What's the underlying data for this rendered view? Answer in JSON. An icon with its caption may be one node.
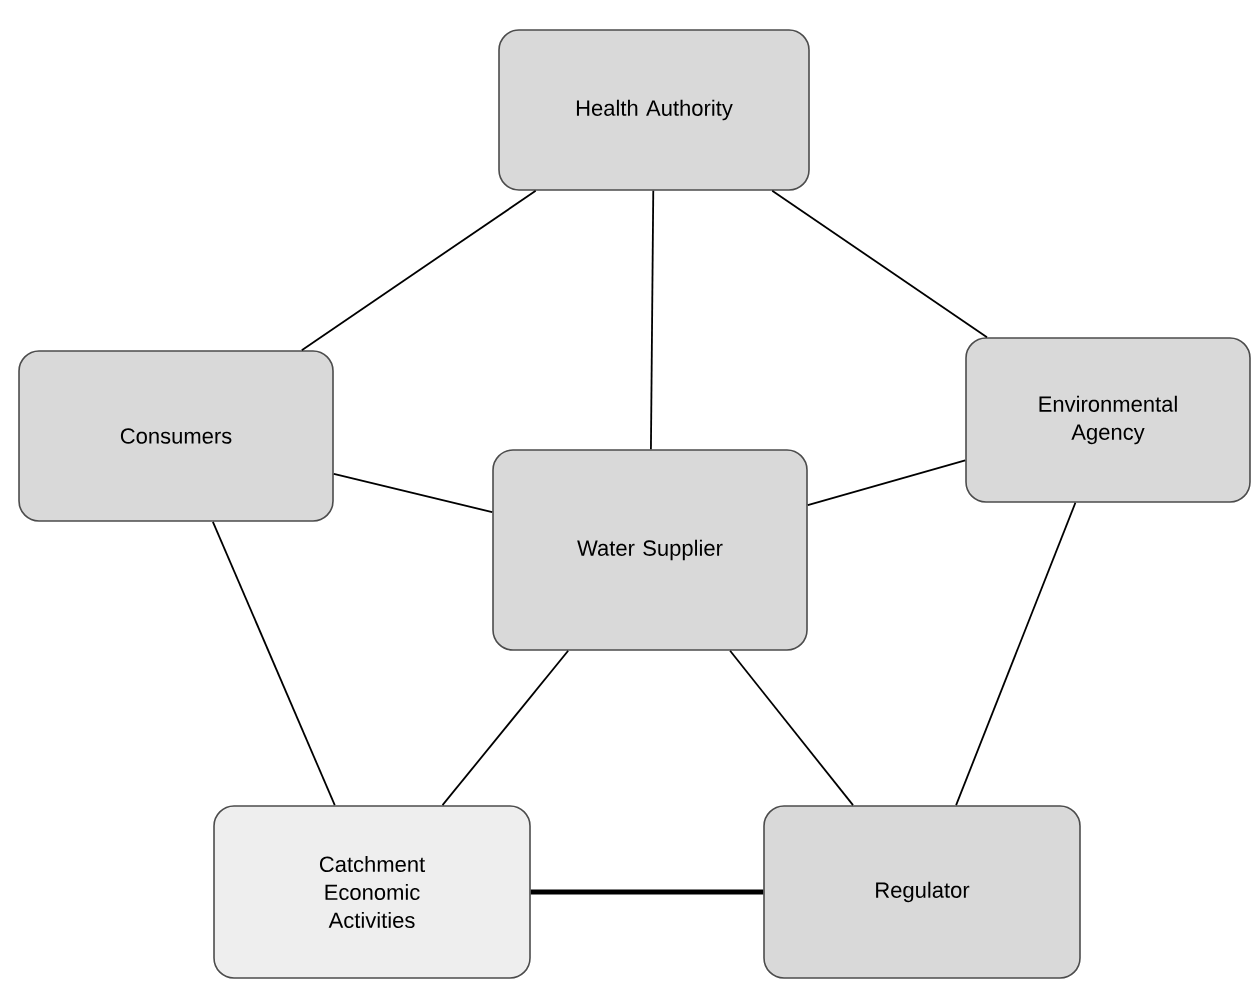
{
  "diagram": {
    "nodes": [
      {
        "text": [
          "Health Authority"
        ]
      },
      {
        "text": [
          "Consumers"
        ]
      },
      {
        "text": [
          "Environmental Agency"
        ]
      },
      {
        "text": [
          "Water Supplier"
        ]
      },
      {
        "text": [
          "Catchment Economic Activities"
        ]
      },
      {
        "text": [
          "Regulator"
        ]
      }
    ],
    "edges": [
      {
        "from": 0,
        "to": 1,
        "arrow": "none"
      },
      {
        "from": 0,
        "to": 3,
        "arrow": "none"
      },
      {
        "from": 0,
        "to": 2,
        "arrow": "none"
      },
      {
        "from": 1,
        "to": 3,
        "arrow": "none"
      },
      {
        "from": 1,
        "to": 4,
        "arrow": "none"
      },
      {
        "from": 2,
        "to": 3,
        "arrow": "none"
      },
      {
        "from": 2,
        "to": 5,
        "arrow": "none"
      },
      {
        "from": 3,
        "to": 4,
        "arrow": "none"
      },
      {
        "from": 3,
        "to": 5,
        "arrow": "none"
      },
      {
        "from": 4,
        "to": 5,
        "arrow": "none",
        "style": "thick"
      }
    ]
  }
}
